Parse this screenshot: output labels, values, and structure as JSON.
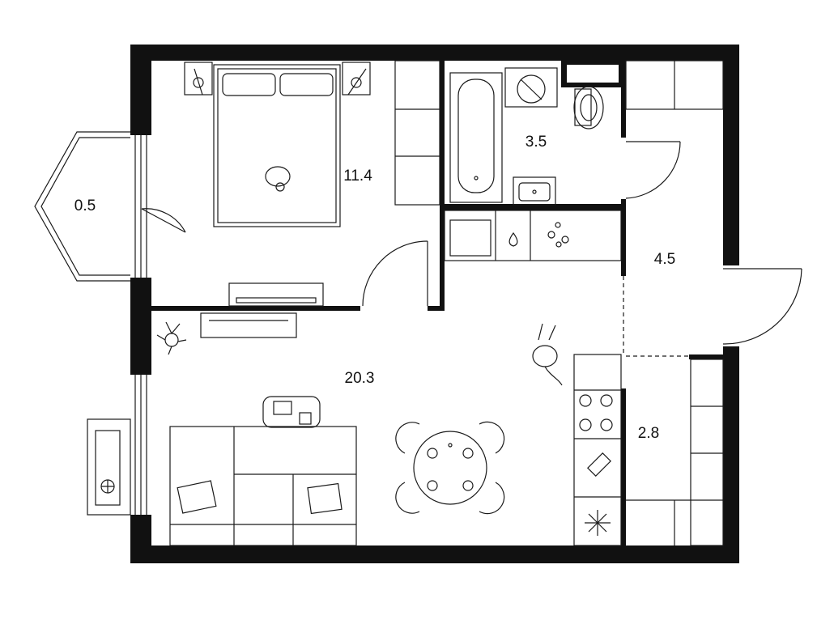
{
  "colors": {
    "wall": "#111111",
    "line": "#1a1a1a",
    "background": "#ffffff"
  },
  "rooms": [
    {
      "id": "balcony",
      "area": "0.5"
    },
    {
      "id": "bedroom",
      "area": "11.4"
    },
    {
      "id": "bathroom",
      "area": "3.5"
    },
    {
      "id": "hallway",
      "area": "4.5"
    },
    {
      "id": "living-kitchen",
      "area": "20.3"
    },
    {
      "id": "storage",
      "area": "2.8"
    }
  ],
  "icons": [
    "bed-icon",
    "nightstand-lamp-icon",
    "bathtub-icon",
    "washing-machine-icon",
    "toilet-icon",
    "sink-icon",
    "stove-icon",
    "fridge-icon",
    "dining-table-icon",
    "sofa-icon",
    "plant-icon",
    "cat-icon",
    "coffee-table-icon",
    "tv-stand-icon",
    "air-conditioner-icon",
    "door-swing-icon"
  ]
}
